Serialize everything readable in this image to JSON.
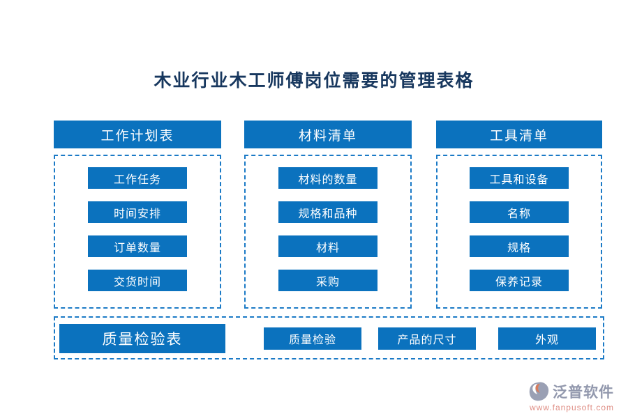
{
  "title": "木业行业木工师傅岗位需要的管理表格",
  "columns": [
    {
      "header": "工作计划表",
      "items": [
        "工作任务",
        "时间安排",
        "订单数量",
        "交货时间"
      ]
    },
    {
      "header": "材料清单",
      "items": [
        "材料的数量",
        "规格和品种",
        "材料",
        "采购"
      ]
    },
    {
      "header": "工具清单",
      "items": [
        "工具和设备",
        "名称",
        "规格",
        "保养记录"
      ]
    }
  ],
  "bottom": {
    "header": "质量检验表",
    "items": [
      "质量检验",
      "产品的尺寸",
      "外观"
    ]
  },
  "footer": {
    "brand": "泛普软件",
    "url": "www.fanpusoft.com"
  },
  "colors": {
    "button_blue": "#0b72be",
    "dashed_border": "#1b7ac6",
    "title_navy": "#17375e",
    "brand_gray": "#9298ad",
    "brand_salmon": "#df8f86",
    "crescent_orange": "#d97b5a"
  }
}
